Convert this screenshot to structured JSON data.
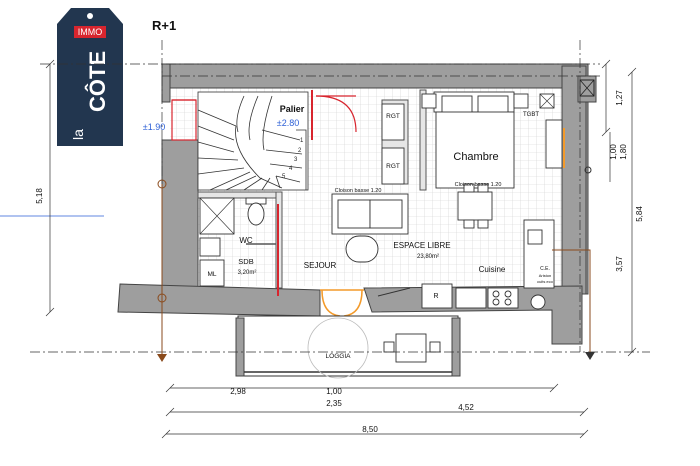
{
  "logo": {
    "brand_small": "IMMO",
    "brand_main": "CÔTE",
    "brand_prefix": "la"
  },
  "sheet": {
    "title": "R+1"
  },
  "levels": {
    "stair_level": "±1.90",
    "landing_level": "±2.80"
  },
  "rooms": {
    "palier": "Palier",
    "chambre": "Chambre",
    "espace_libre": "ESPACE LIBRE",
    "espace_libre_area": "23,80m²",
    "sejour": "SEJOUR",
    "cuisine": "Cuisine",
    "wc": "WC",
    "sdb": "SDB",
    "sdb_area": "3,20m²",
    "loggia": "LOGGIA"
  },
  "fixtures": {
    "rgt_1": "RGT",
    "rgt_2": "RGT",
    "tgbt": "TGBT",
    "ml": "ML",
    "r": "R",
    "ce_1": "C.E.",
    "ce_2": "Ariston",
    "ce_3": "cuits eco",
    "cloison_1": "Cloison basse 1.20",
    "cloison_2": "Cloison basse 1.20",
    "stair_steps": [
      "1",
      "2",
      "3",
      "4",
      "5"
    ]
  },
  "dimensions": {
    "left_height": "5,18",
    "right_top": "1,27",
    "right_mid_a": "1,00",
    "right_mid_b": "1,80",
    "right_total": "5,84",
    "right_bottom": "3,57",
    "bottom_seg_1": "2,98",
    "bottom_seg_2": "1,00",
    "bottom_seg_3": "2,35",
    "bottom_seg_4": "4,52",
    "bottom_total": "8,50"
  },
  "colors": {
    "wall": "#9e9e9e",
    "wall_stroke": "#444444",
    "floor_grid": "#c9c9c9",
    "level_blue": "#2c5fd6",
    "door_red": "#d8252e",
    "door_orange": "#f39a2a",
    "logo_navy": "#22364f",
    "logo_red": "#d8252e",
    "dim_line": "#333333",
    "section_mark": "#8a4a1c"
  }
}
